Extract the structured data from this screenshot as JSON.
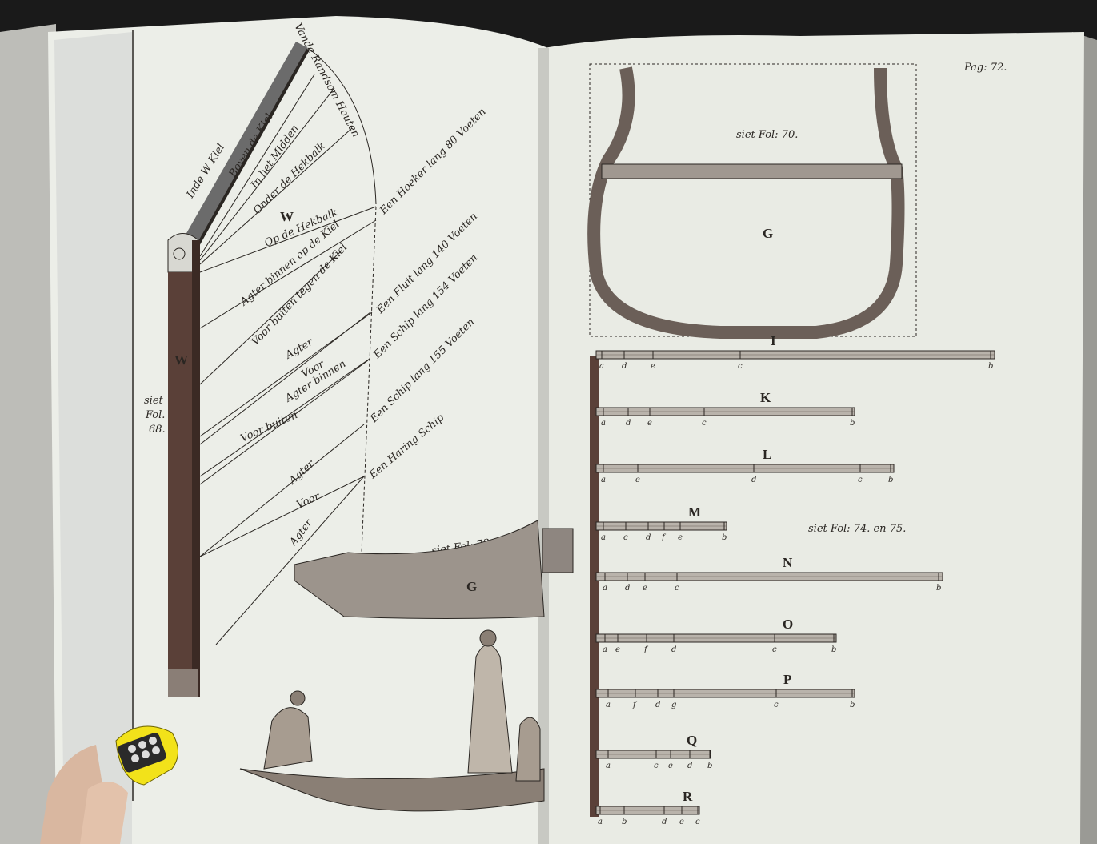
{
  "left_page": {
    "arc_label": "Vande Randsom Houten",
    "beam_label": "Inde W Kiel",
    "post_letter": "W",
    "center_letter": "W",
    "ref_left": [
      "siet",
      "Fol.",
      "68."
    ],
    "ref_bottom": "siet Fol: 73.",
    "keel_letter": "G",
    "fan_labels": [
      "Boven de Kiel",
      "In het Midden",
      "Onder de Hekbalk",
      "Op de Hekbalk",
      "Agter binnen op de Kiel",
      "Voor buiten tegen de Kiel",
      "Agter",
      "Voor",
      "Agter binnen",
      "Voor buiten",
      "Agter",
      "Voor",
      "Agter"
    ],
    "ships": [
      "Een Hoeker lang 80 Voeten",
      "Een Fluit lang 140 Voeten",
      "Een Schip lang 154 Voeten",
      "Een Schip lang 155 Voeten",
      "Een Haring Schip"
    ]
  },
  "right_page": {
    "page_number": "Pag: 72.",
    "ref_top": "siet Fol: 70.",
    "section_letter": "G",
    "ref_middle": "siet Fol: 74. en 75.",
    "beams": [
      {
        "letter": "I",
        "ticks": [
          "a",
          "d",
          "e",
          "c",
          "b"
        ]
      },
      {
        "letter": "K",
        "ticks": [
          "a",
          "d",
          "e",
          "c",
          "b"
        ]
      },
      {
        "letter": "L",
        "ticks": [
          "a",
          "e",
          "d",
          "c",
          "b"
        ]
      },
      {
        "letter": "M",
        "ticks": [
          "a",
          "c",
          "d",
          "f",
          "e",
          "b"
        ]
      },
      {
        "letter": "N",
        "ticks": [
          "a",
          "d",
          "e",
          "c",
          "b"
        ]
      },
      {
        "letter": "O",
        "ticks": [
          "a",
          "e",
          "f",
          "d",
          "c",
          "b"
        ]
      },
      {
        "letter": "P",
        "ticks": [
          "a",
          "f",
          "d",
          "g",
          "c",
          "b"
        ]
      },
      {
        "letter": "Q",
        "ticks": [
          "a",
          "c",
          "e",
          "d",
          "b"
        ]
      },
      {
        "letter": "R",
        "ticks": [
          "a",
          "b",
          "d",
          "e",
          "c"
        ]
      }
    ]
  },
  "colors": {
    "paper": "#eef0ea",
    "ink": "#2a2622",
    "wood": "#5a4038",
    "clip": "#f2e21a"
  }
}
